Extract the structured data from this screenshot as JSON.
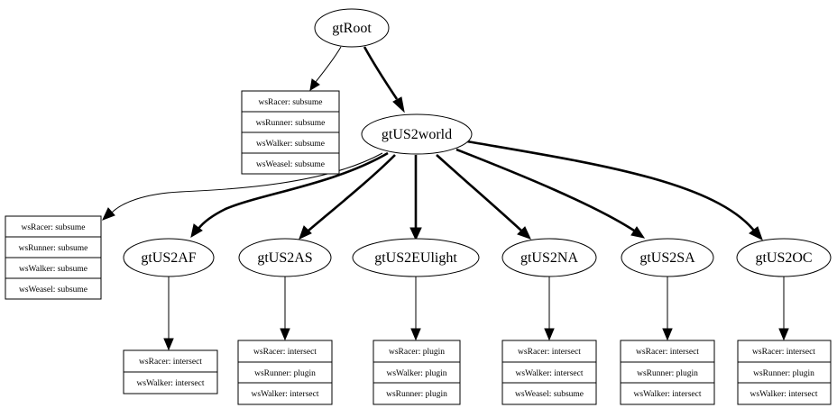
{
  "nodes": {
    "root": "gtRoot",
    "world": "gtUS2world",
    "af": "gtUS2AF",
    "as": "gtUS2AS",
    "eulight": "gtUS2EUlight",
    "na": "gtUS2NA",
    "sa": "gtUS2SA",
    "oc": "gtUS2OC"
  },
  "records": {
    "root_rec": [
      "wsRacer: subsume",
      "wsRunner: subsume",
      "wsWalker: subsume",
      "wsWeasel: subsume"
    ],
    "world_rec": [
      "wsRacer: subsume",
      "wsRunner: subsume",
      "wsWalker: subsume",
      "wsWeasel: subsume"
    ],
    "af_rec": [
      "wsRacer: intersect",
      "wsWalker: intersect"
    ],
    "as_rec": [
      "wsRacer: intersect",
      "wsRunner: plugin",
      "wsWalker: intersect"
    ],
    "eulight_rec": [
      "wsRacer: plugin",
      "wsWalker: plugin",
      "wsRunner: plugin"
    ],
    "na_rec": [
      "wsRacer: intersect",
      "wsWalker: intersect",
      "wsWeasel: subsume"
    ],
    "sa_rec": [
      "wsRacer: intersect",
      "wsRunner: plugin",
      "wsWalker: intersect"
    ],
    "oc_rec": [
      "wsRacer: intersect",
      "wsRunner: plugin",
      "wsWalker: intersect"
    ]
  }
}
